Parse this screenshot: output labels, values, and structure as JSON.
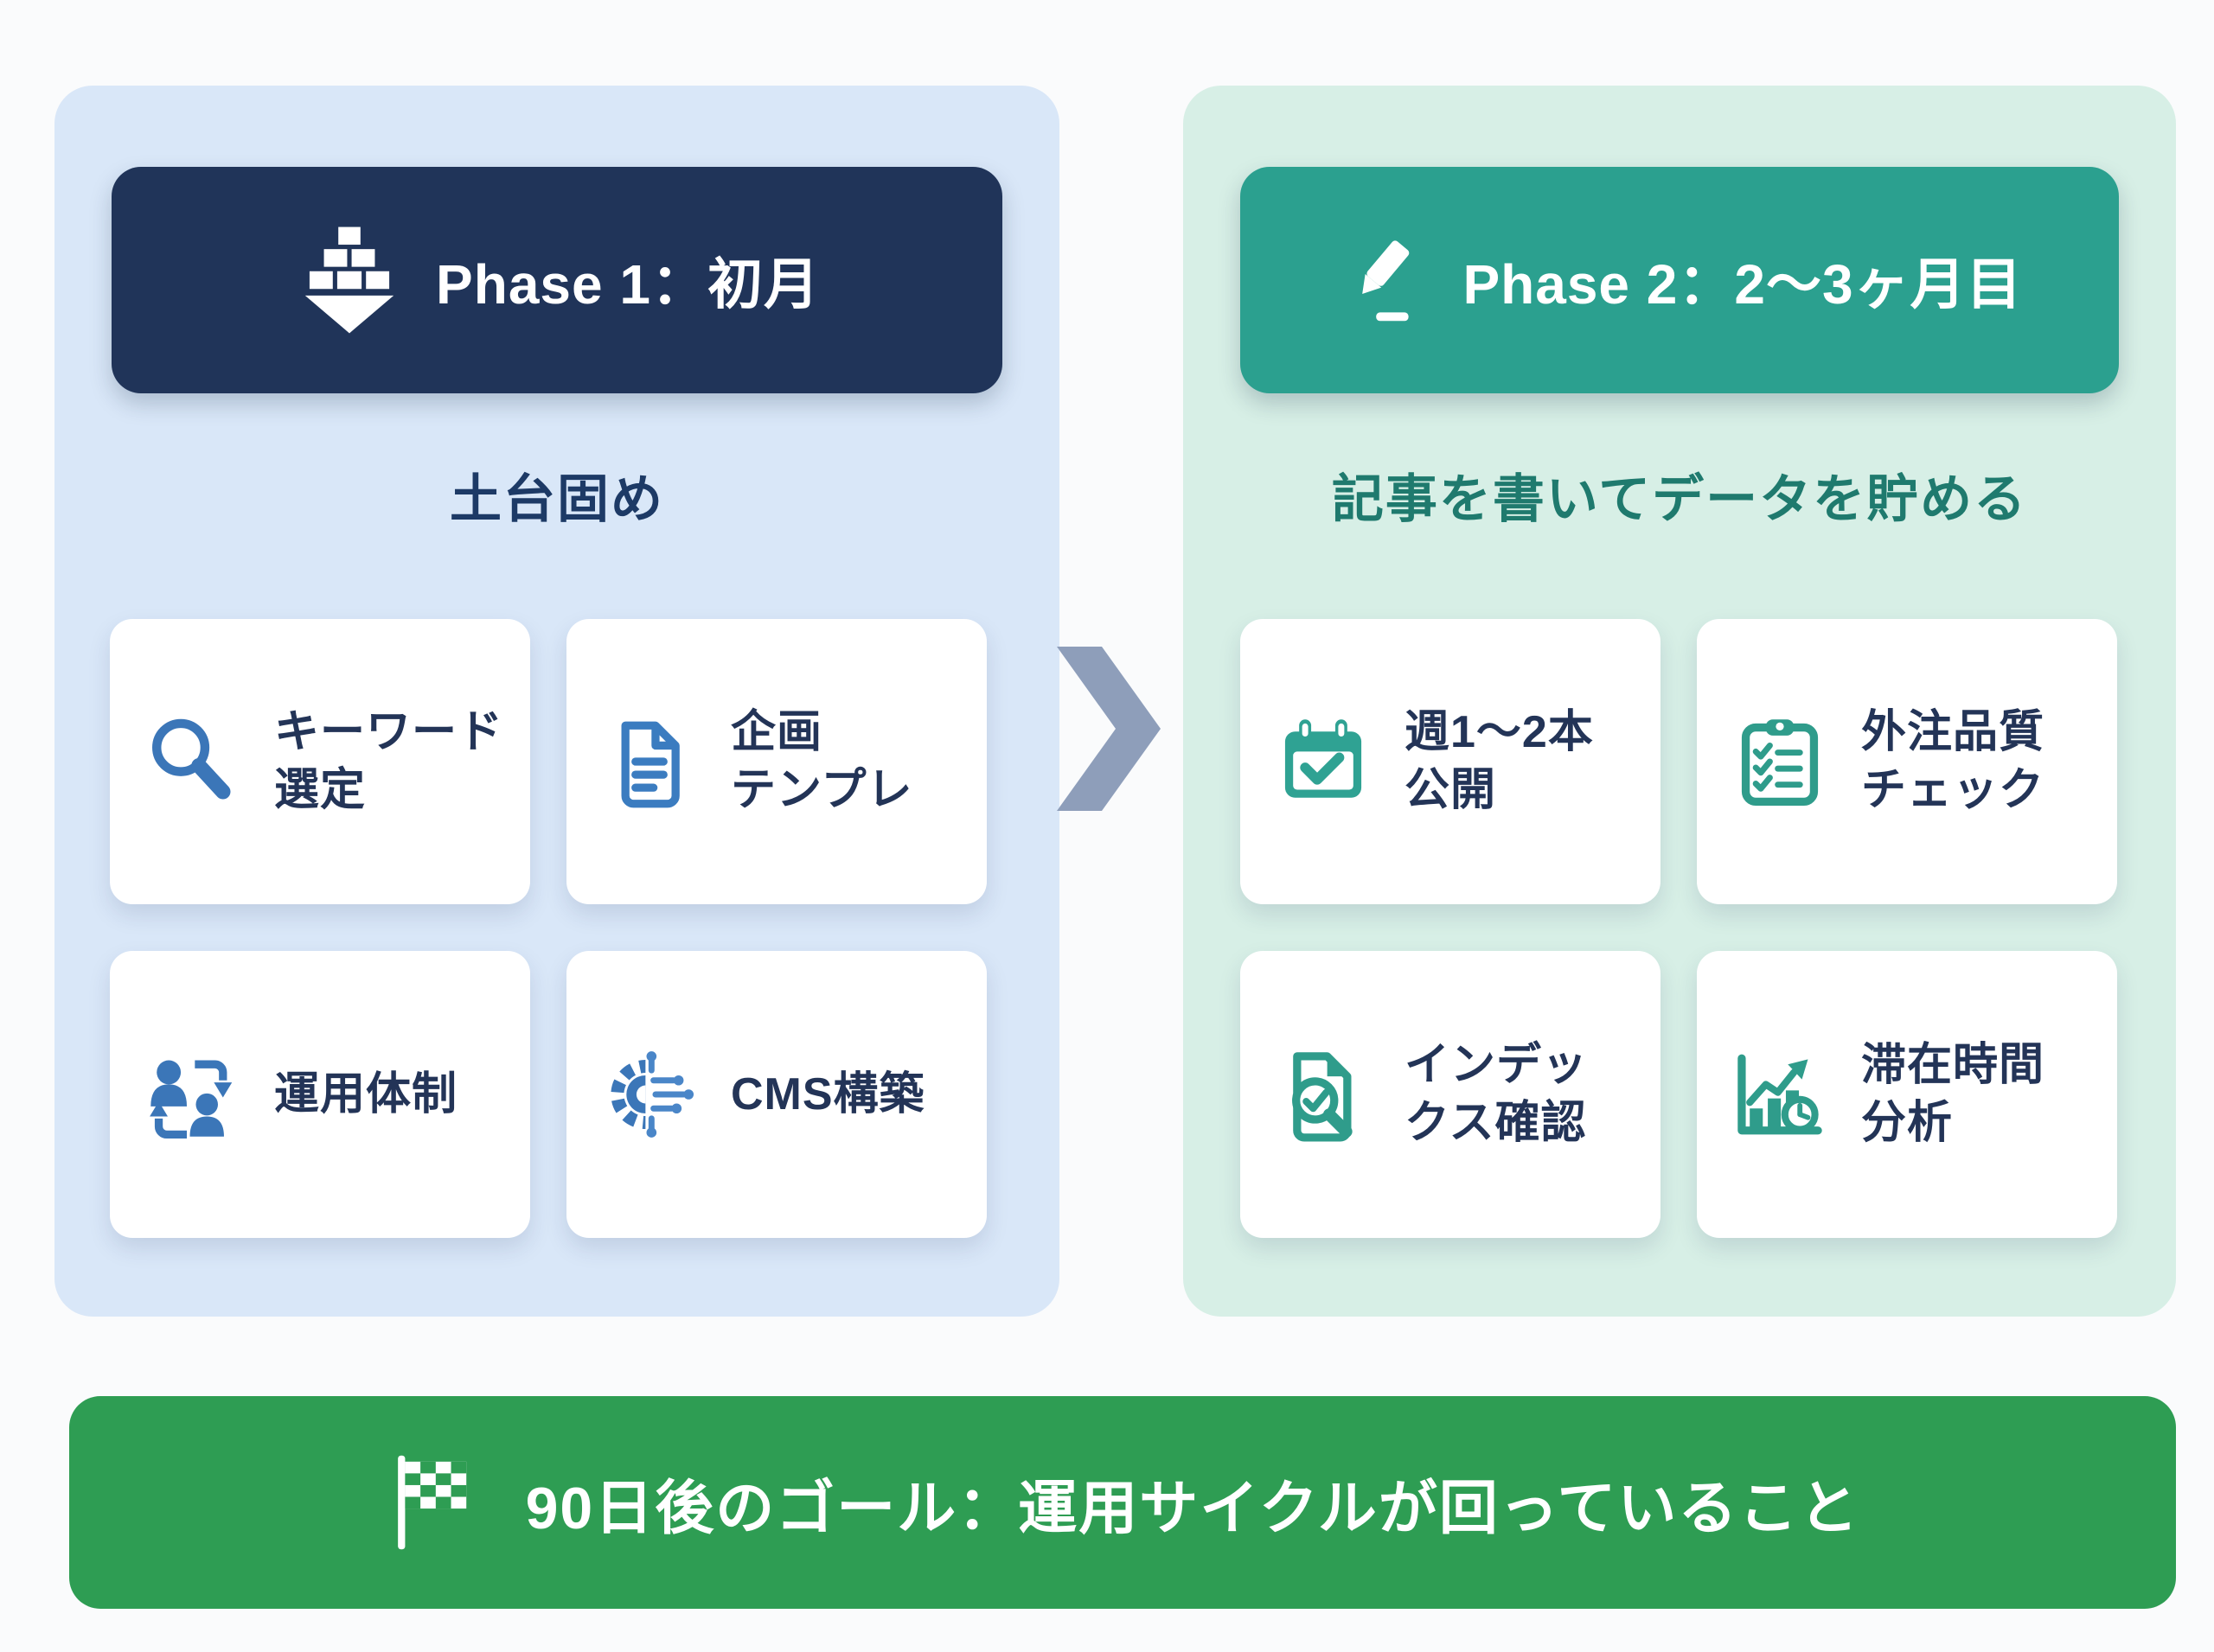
{
  "colors": {
    "page_bg": "#fafbfc",
    "phase1_panel_bg": "#d9e7f8",
    "phase1_header_bg": "#203459",
    "phase1_subtitle_text": "#1d3a66",
    "phase2_panel_bg": "#d7efe6",
    "phase2_header_bg": "#2ba08f",
    "phase2_subtitle_text": "#1f7a6e",
    "card_bg": "#ffffff",
    "card_text": "#233457",
    "blue_icon": "#3b76b8",
    "teal_icon": "#2f9c8b",
    "arrow": "#8e9eba",
    "goal_banner_bg": "#2e9d53",
    "goal_text": "#ffffff"
  },
  "phase1": {
    "header_label": "Phase 1：初月",
    "header_icon": "foundation-blocks-icon",
    "subtitle": "土台固め",
    "cards": [
      {
        "icon": "search-icon",
        "label": "キーワード\n選定"
      },
      {
        "icon": "document-template-icon",
        "label": "企画\nテンプレ"
      },
      {
        "icon": "people-exchange-icon",
        "label": "運用体制"
      },
      {
        "icon": "gear-circuit-icon",
        "label": "CMS構築"
      }
    ]
  },
  "phase2": {
    "header_label": "Phase 2：2〜3ヶ月目",
    "header_icon": "pencil-icon",
    "subtitle": "記事を書いてデータを貯める",
    "cards": [
      {
        "icon": "calendar-check-icon",
        "label": "週1〜2本\n公開"
      },
      {
        "icon": "clipboard-checklist-icon",
        "label": "外注品質\nチェック"
      },
      {
        "icon": "document-search-icon",
        "label": "インデッ\nクス確認"
      },
      {
        "icon": "chart-time-icon",
        "label": "滞在時間\n分析"
      }
    ]
  },
  "arrow": {
    "icon": "chevron-right-icon"
  },
  "goal": {
    "icon": "checkered-flag-icon",
    "label": "90日後のゴール：運用サイクルが回っていること"
  }
}
